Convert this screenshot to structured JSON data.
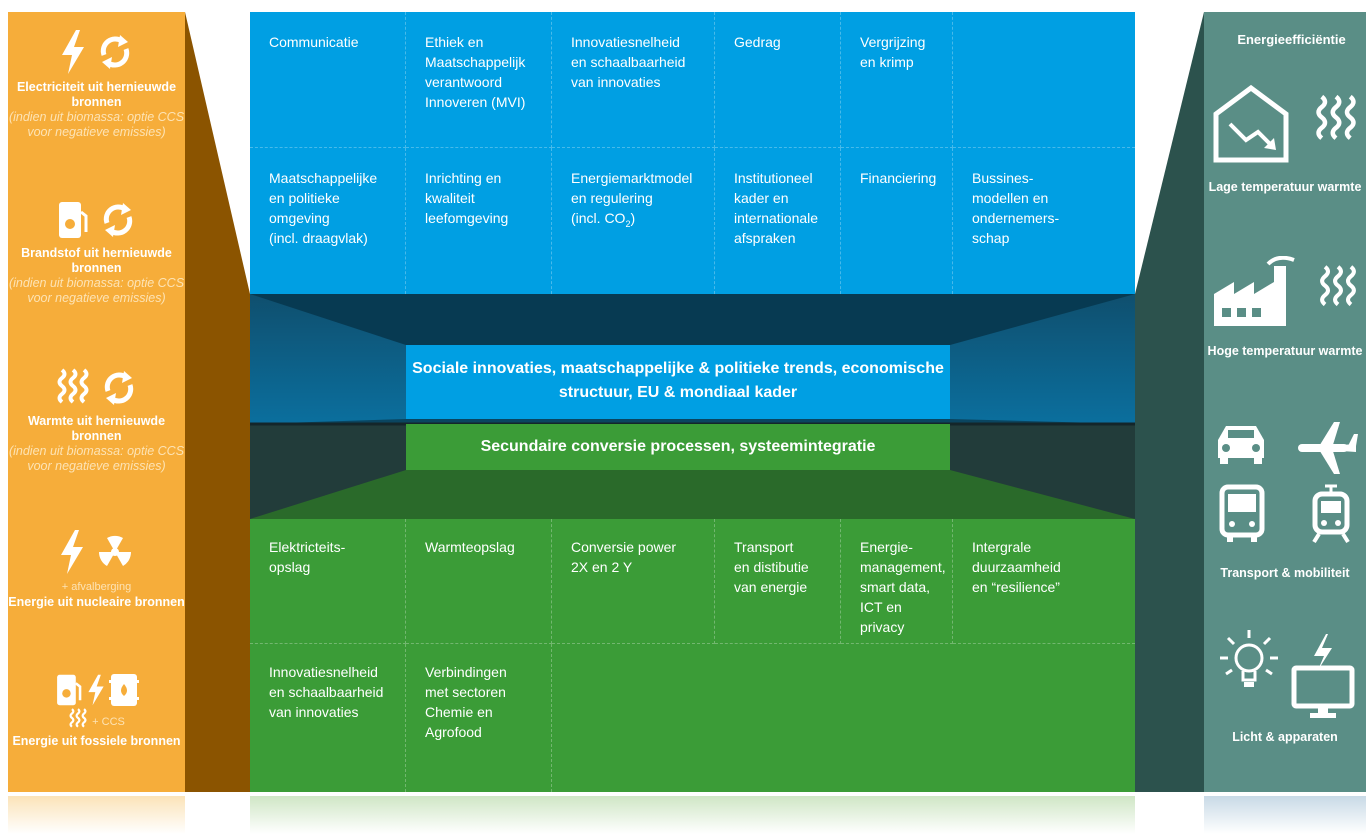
{
  "left_sources": [
    {
      "icons": [
        "lightning-icon",
        "recycle-icon"
      ],
      "title": "Electriciteit uit hernieuwde bronnen",
      "note": "(indien uit biomassa: optie CCS voor negatieve emissies)"
    },
    {
      "icons": [
        "fuel-pump-icon",
        "recycle-icon"
      ],
      "title": "Brandstof uit hernieuwde bronnen",
      "note": "(indien uit biomassa: optie CCS voor negatieve emissies)"
    },
    {
      "icons": [
        "heat-waves-icon",
        "recycle-icon"
      ],
      "title": "Warmte uit hernieuwde bronnen",
      "note": "(indien uit biomassa: optie CCS voor negatieve emissies)"
    },
    {
      "icons": [
        "lightning-icon",
        "radiation-icon"
      ],
      "small": "+ afvalberging",
      "title": "Energie uit nucleaire bronnen"
    },
    {
      "icons": [
        "fuel-pump-icon",
        "lightning-icon",
        "oil-barrel-icon",
        "heat-waves-icon"
      ],
      "small": "+ CCS",
      "title": "Energie uit fossiele bronnen"
    }
  ],
  "right_uses": {
    "header": "Energieefficiëntie",
    "items": [
      {
        "icons": [
          "house-low-temp-icon",
          "heat-waves-icon"
        ],
        "title": "Lage temperatuur warmte"
      },
      {
        "icons": [
          "factory-icon",
          "heat-waves-icon"
        ],
        "title": "Hoge temperatuur warmte"
      },
      {
        "icons": [
          "car-icon",
          "airplane-icon",
          "bus-icon",
          "train-icon"
        ],
        "title": "Transport & mobiliteit"
      },
      {
        "icons": [
          "lightbulb-icon",
          "monitor-icon"
        ],
        "title": "Licht & apparaten"
      }
    ]
  },
  "top_grid": [
    "Communicatie",
    "Ethiek en\nMaatschappelijk\nverantwoord\nInnoveren (MVI)",
    "Innovatiesnelheid\nen schaalbaarheid\nvan innovaties",
    "Gedrag",
    "Vergrijzing\nen krimp",
    "",
    "Maatschappelijke\nen politieke\nomgeving\n(incl. draagvlak)",
    "Inrichting en\nkwaliteit\nleefomgeving",
    "Energiemarktmodel\nen regulering\n(incl. CO",
    "Institutioneel\nkader en\ninternationale\nafspraken",
    "Financiering",
    "Bussines-\nmodellen en\nondernemers-\nschap"
  ],
  "co2_subscript": "2",
  "co2_close": ")",
  "banner_social": "Sociale innovaties, maatschappelijke & politieke trends, economische structuur, EU & mondiaal kader",
  "banner_secondary": "Secundaire conversie processen, systeemintegratie",
  "bottom_grid": [
    "Elektricteits-\nopslag",
    "Warmteopslag",
    "Conversie power\n2X en 2 Y",
    "Transport\nen distibutie\nvan energie",
    "Energie-\nmanagement,\nsmart data,\nICT en privacy",
    "Intergrale\nduurzaamheid\nen “resilience”",
    "Innovatiesnelheid\nen schaalbaarheid\nvan innovaties",
    "Verbindingen\nmet sectoren\nChemie en\nAgrofood",
    ""
  ],
  "colors": {
    "orange": "#f6ad3a",
    "orange_dark": "#8b5400",
    "teal": "#5a8e86",
    "teal_dark": "#2c524d",
    "blue": "#009fe3",
    "green": "#3b9c37",
    "navy": "#0c4a66",
    "dark_slate": "#254140"
  }
}
